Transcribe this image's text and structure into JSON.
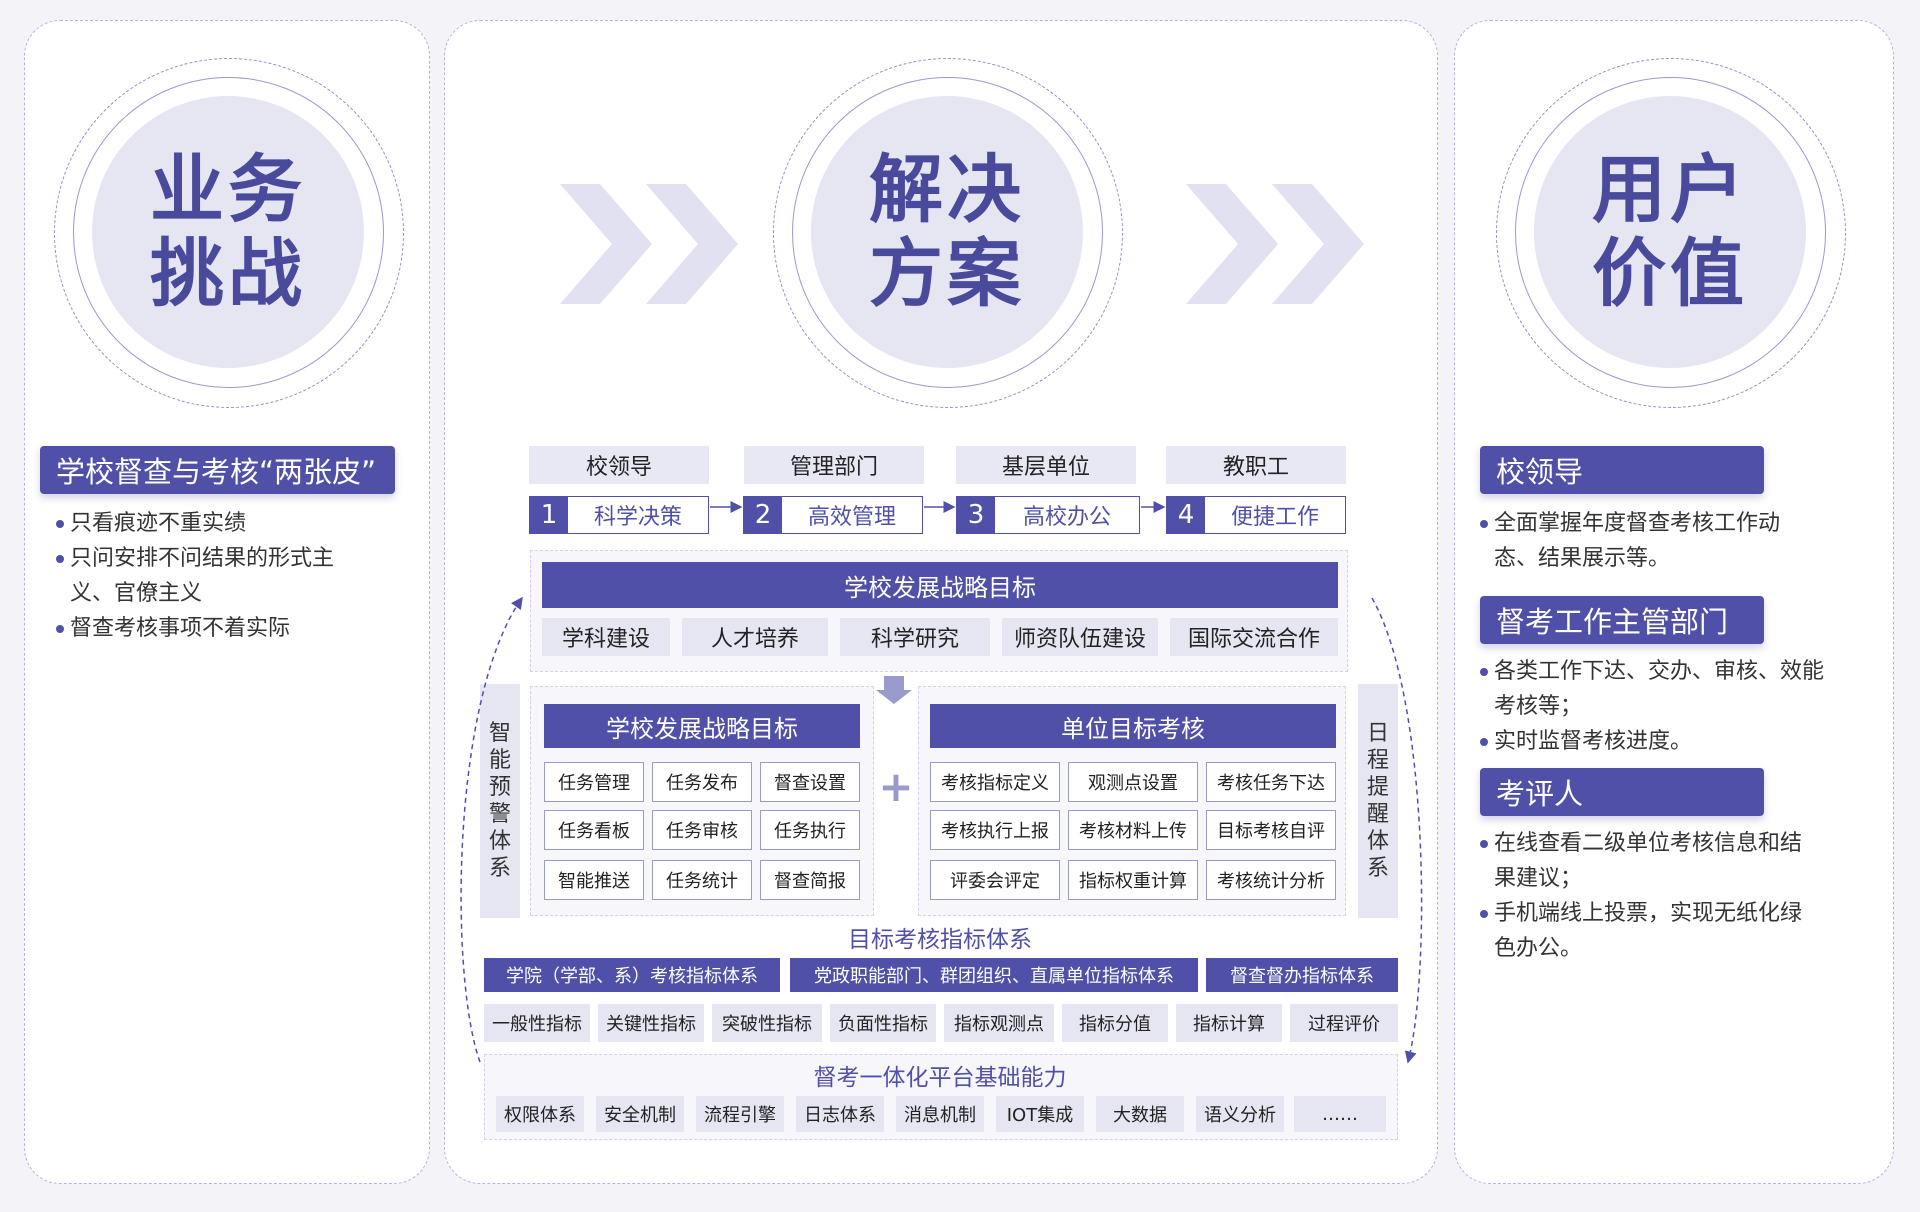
{
  "colors": {
    "accent": "#5050a8",
    "light": "#e6e6f3",
    "chevron": "#e1e1f1"
  },
  "left": {
    "circle_line1": "业务",
    "circle_line2": "挑战",
    "badge": "学校督查与考核“两张皮”",
    "bullets": [
      {
        "l1": "只看痕迹不重实绩",
        "l2": ""
      },
      {
        "l1": "只问安排不问结果的形式主",
        "l2": "义、官僚主义"
      },
      {
        "l1": "督查考核事项不着实际",
        "l2": ""
      }
    ]
  },
  "middle": {
    "circle_line1": "解决",
    "circle_line2": "方案",
    "roles": [
      "校领导",
      "管理部门",
      "基层单位",
      "教职工"
    ],
    "steps": [
      {
        "num": "1",
        "label": "科学决策"
      },
      {
        "num": "2",
        "label": "高效管理"
      },
      {
        "num": "3",
        "label": "高校办公"
      },
      {
        "num": "4",
        "label": "便捷工作"
      }
    ],
    "strategy_title": "学校发展战略目标",
    "strategy_items": [
      "学科建设",
      "人才培养",
      "科学研究",
      "师资队伍建设",
      "国际交流合作"
    ],
    "left_vertical": "智能预警体系",
    "right_vertical": "日程提醒体系",
    "left_block": {
      "title": "学校发展战略目标",
      "cells": [
        "任务管理",
        "任务发布",
        "督查设置",
        "任务看板",
        "任务审核",
        "任务执行",
        "智能推送",
        "任务统计",
        "督查简报"
      ]
    },
    "plus": "+",
    "right_block": {
      "title": "单位目标考核",
      "cells": [
        "考核指标定义",
        "观测点设置",
        "考核任务下达",
        "考核执行上报",
        "考核材料上传",
        "目标考核自评",
        "评委会评定",
        "指标权重计算",
        "考核统计分析"
      ]
    },
    "index_title": "目标考核指标体系",
    "index_systems": [
      "学院（学部、系）考核指标体系",
      "党政职能部门、群团组织、直属单位指标体系",
      "督查督办指标体系"
    ],
    "index_items": [
      "一般性指标",
      "关键性指标",
      "突破性指标",
      "负面性指标",
      "指标观测点",
      "指标分值",
      "指标计算",
      "过程评价"
    ],
    "platform_title": "督考一体化平台基础能力",
    "platform_items": [
      "权限体系",
      "安全机制",
      "流程引擎",
      "日志体系",
      "消息机制",
      "IOT集成",
      "大数据",
      "语义分析",
      "……"
    ]
  },
  "right": {
    "circle_line1": "用户",
    "circle_line2": "价值",
    "sections": [
      {
        "title": "校领导",
        "bullets": [
          {
            "l1": "全面掌握年度督查考核工作动",
            "l2": "态、结果展示等。"
          }
        ]
      },
      {
        "title": "督考工作主管部门",
        "bullets": [
          {
            "l1": "各类工作下达、交办、审核、效能",
            "l2": "考核等；"
          },
          {
            "l1": "实时监督考核进度。",
            "l2": ""
          }
        ]
      },
      {
        "title": "考评人",
        "bullets": [
          {
            "l1": "在线查看二级单位考核信息和结",
            "l2": "果建议；"
          },
          {
            "l1": "手机端线上投票，实现无纸化绿",
            "l2": "色办公。"
          }
        ]
      }
    ]
  }
}
